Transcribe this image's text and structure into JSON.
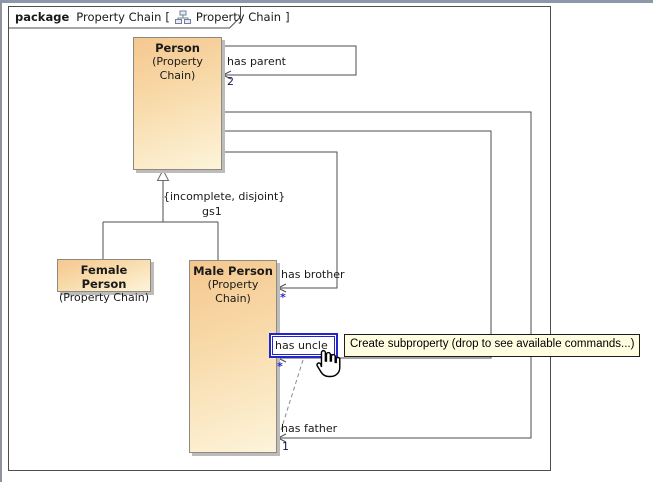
{
  "header": {
    "keyword": "package",
    "package_name": "Property Chain",
    "open_bracket": "[",
    "diagram_name": "Property Chain",
    "close_bracket": "]",
    "icon": "class-diagram-icon"
  },
  "classes": [
    {
      "name": "Person",
      "stereotype": "(Property Chain)"
    },
    {
      "name": "Female Person",
      "stereotype": "(Property Chain)"
    },
    {
      "name": "Male Person",
      "stereotype": "(Property Chain)"
    }
  ],
  "associations": [
    {
      "label": "has parent",
      "multiplicity": "2"
    },
    {
      "label": "has brother",
      "multiplicity": "*"
    },
    {
      "label": "has uncle",
      "multiplicity": "*",
      "selected": true
    },
    {
      "label": "has father",
      "multiplicity": "1"
    }
  ],
  "generalization": {
    "constraint": "{incomplete, disjoint}",
    "set_name": "gs1"
  },
  "tooltip": {
    "text": "Create subproperty (drop to see available commands...)"
  },
  "cursor": "drag-hand-cursor",
  "colors": {
    "selection_blue": "#2324c9",
    "multiplicity_star_blue": "#2a2ac8",
    "class_fill_top": "#f5c78f",
    "class_fill_bottom": "#fdf4da",
    "class_border": "#8e8a80",
    "line": "#4d4d4d",
    "tooltip_bg": "#fffee1",
    "shadow": "#bcbcbc",
    "top_strip": "#8b98a9"
  }
}
